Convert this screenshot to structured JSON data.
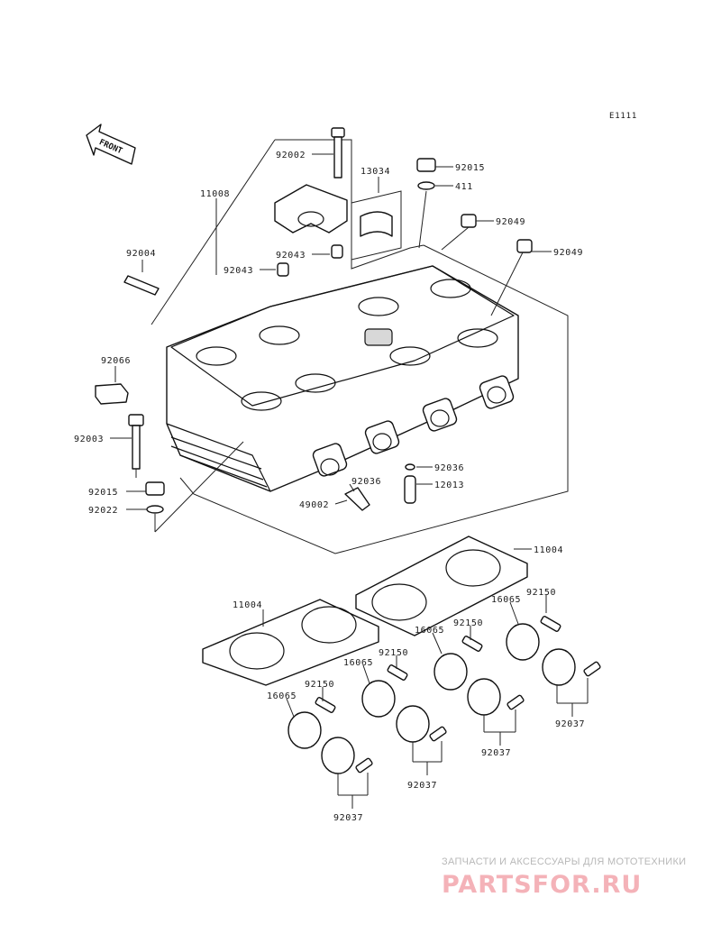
{
  "diagram": {
    "ref_code": "E1111",
    "front_label": "FRONT",
    "callouts": {
      "c92002": "92002",
      "c13034": "13034",
      "c92015_top": "92015",
      "c411": "411",
      "c92049_a": "92049",
      "c92049_b": "92049",
      "c11008": "11008",
      "c92043_a": "92043",
      "c92043_b": "92043",
      "c92004": "92004",
      "c92066": "92066",
      "c92003": "92003",
      "c92015_bot": "92015",
      "c92022": "92022",
      "c92036_a": "92036",
      "c92036_b": "92036",
      "c12013": "12013",
      "c49002": "49002",
      "c11004_a": "11004",
      "c11004_b": "11004",
      "c16065_a": "16065",
      "c16065_b": "16065",
      "c16065_c": "16065",
      "c16065_d": "16065",
      "c92150_a": "92150",
      "c92150_b": "92150",
      "c92150_c": "92150",
      "c92150_d": "92150",
      "c92037_a": "92037",
      "c92037_b": "92037",
      "c92037_c": "92037",
      "c92037_d": "92037"
    }
  },
  "watermark": {
    "tagline": "ЗАПЧАСТИ И АКСЕССУАРЫ ДЛЯ МОТОТЕХНИКИ",
    "brand": "PARTSFOR.RU",
    "color": "#f4b2b8"
  }
}
